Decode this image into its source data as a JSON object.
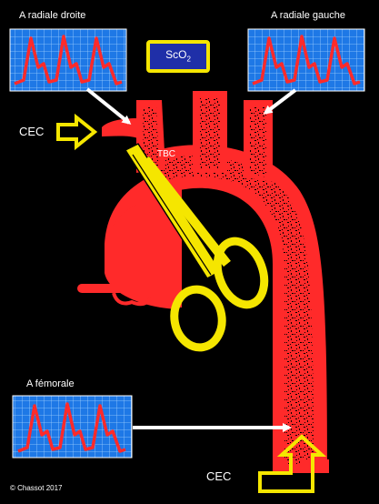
{
  "labels": {
    "radial_right": "A radiale droite",
    "radial_left": "A radiale gauche",
    "femoral": "A fémorale",
    "cec_top": "CEC",
    "cec_bottom": "CEC",
    "tbc": "TBC",
    "sco2_base": "ScO",
    "sco2_sub": "2",
    "copyright": "© Chassot 2017"
  },
  "colors": {
    "background": "#000000",
    "artery_red": "#ff2a2a",
    "monitor_blue": "#1e78e6",
    "grid_line": "#9fd0ff",
    "clamp_yellow": "#f5e600",
    "arrow_white": "#ffffff",
    "sco2_border": "#f5e600",
    "sco2_fill": "#1f2fa8"
  },
  "icons": {
    "monitor": "pressure-waveform-monitor",
    "clamp": "surgical-clamp",
    "cannula_arrow": "hollow-yellow-arrow"
  }
}
